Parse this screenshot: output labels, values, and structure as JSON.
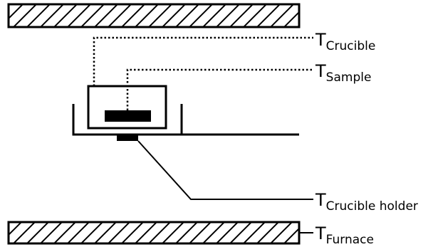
{
  "colors": {
    "stroke": "#000000",
    "background": "#ffffff",
    "sample_fill": "#000000"
  },
  "labels": {
    "crucible": {
      "main": "T",
      "sub": "Crucible"
    },
    "sample": {
      "main": "T",
      "sub": "Sample"
    },
    "crucible_holder": {
      "main": "T",
      "sub": "Crucible holder"
    },
    "furnace": {
      "main": "T",
      "sub": "Furnace"
    }
  }
}
